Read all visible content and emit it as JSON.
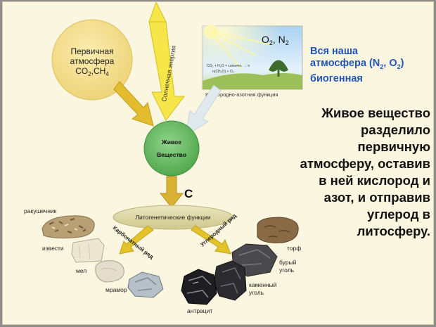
{
  "primary_atmosphere": {
    "line1": "Первичная",
    "line2": "атмосфера",
    "formula": "CO",
    "formula_sub": "2",
    "formula_sep": ",CH",
    "formula_sub2": "4"
  },
  "solar_energy": "Солнечная энергия",
  "photo_card": {
    "gases": "O",
    "gases_sub": "2",
    "gases_rest": ", N",
    "gases_sub2": "2",
    "equation_1": "CO₂ + H₂O + солнечн. → n",
    "equation_2": "n(CH₂O) + O₂",
    "caption": "Кислородно-азотная функция"
  },
  "blue_title": {
    "line1": "Вся наша",
    "line2_pre": "атмосфера (N",
    "line2_sub1": "2",
    "line2_mid": ", O",
    "line2_sub2": "2",
    "line2_post": ")",
    "line3": "биогенная"
  },
  "living_matter": {
    "line1": "Живое",
    "line2": "Вещество"
  },
  "carbon_label": "C",
  "main_text": [
    "Живое вещество",
    "разделило",
    "первичную",
    "атмосферу, оставив",
    "в ней кислород и",
    "азот, и отправив",
    "углерод в",
    "литосферу."
  ],
  "litho_functions": "Литогенетические функции",
  "carbonate_series": "Карбонатный ряд",
  "carbon_series": "Углеродный ряд",
  "rocks": {
    "shells": "ракушечник",
    "limestone": "извести",
    "chalk": "мел",
    "marble": "мрамор",
    "peat": "торф",
    "brown_coal_1": "бурый",
    "brown_coal_2": "уголь",
    "hard_coal_1": "каменный",
    "hard_coal_2": "уголь",
    "anthracite": "антрацит"
  },
  "colors": {
    "primary_circle": "#f3dc86",
    "living_circle": "#6fbf6a",
    "litho_ellipse": "#ddd6a0",
    "arrow": "#e3bc2f",
    "title_blue": "#1f54b8"
  }
}
